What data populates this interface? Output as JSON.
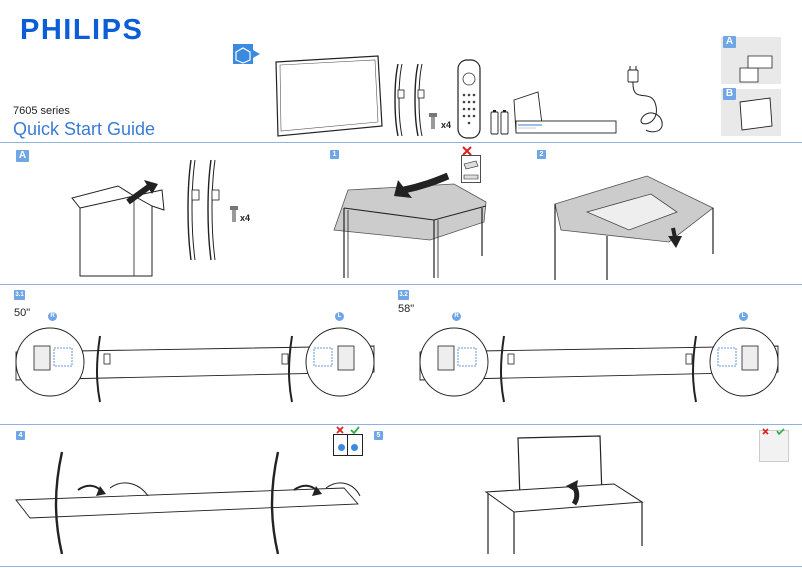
{
  "header": {
    "brand": "PHILIPS",
    "series": "7605 series",
    "title": "Quick Start Guide"
  },
  "steps": {
    "a": "A",
    "b": "B",
    "s1": "1",
    "s2": "2",
    "s31": "3.1",
    "s32": "3.2",
    "s4": "4",
    "s5": "5"
  },
  "sizes": {
    "size_50": "50\"",
    "size_58": "58\""
  },
  "sides": {
    "right": "R",
    "left": "L"
  },
  "quantities": {
    "screws": "x4"
  },
  "colors": {
    "accent": "#6fa6e6",
    "brand": "#0b5ed7",
    "wrong": "#e02020",
    "right": "#2fae4a"
  },
  "icons": [
    "box-icon",
    "tv-icon",
    "stand-legs-icon",
    "screw-icon",
    "remote-icon",
    "batteries-icon",
    "manual-icon",
    "power-cord-icon",
    "cross-icon",
    "check-icon"
  ]
}
